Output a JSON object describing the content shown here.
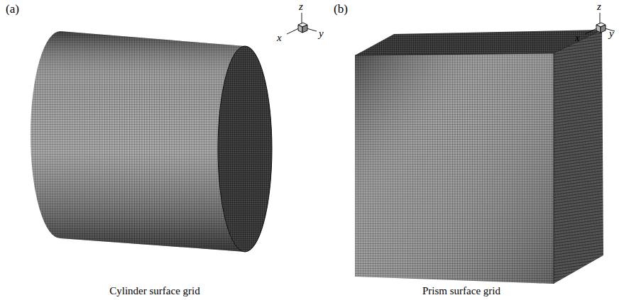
{
  "diagram": {
    "labels": [
      "(a)",
      "z",
      "x",
      "y",
      "Cylinder surface grid",
      "(b)",
      "z",
      "x",
      "y",
      "Prism surface grid"
    ]
  }
}
